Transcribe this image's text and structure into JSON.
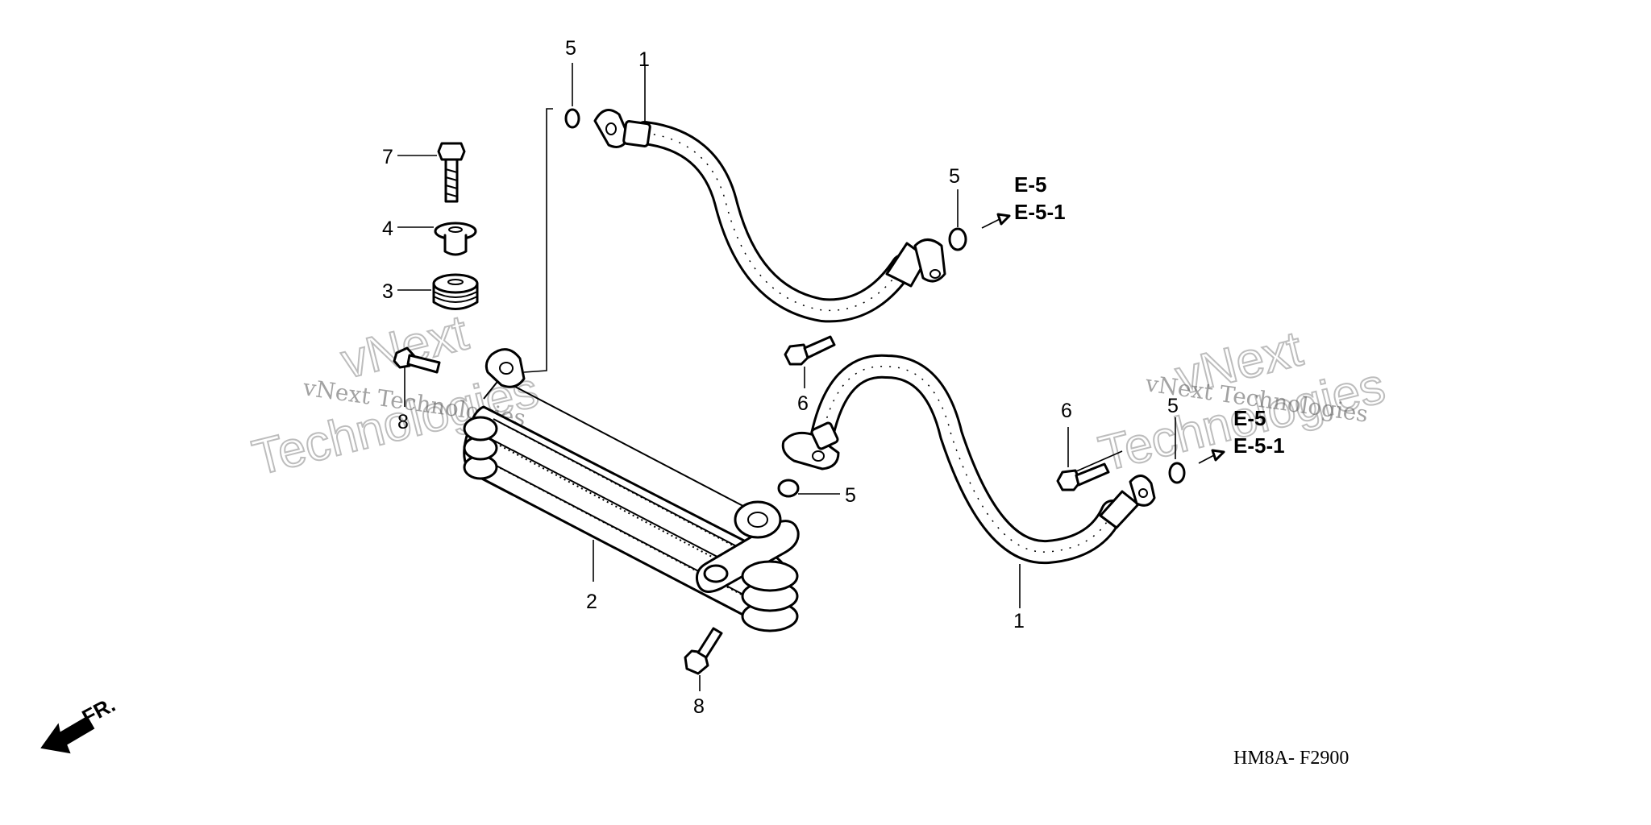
{
  "diagram": {
    "code": "HM8A- F2900",
    "front_label": "FR.",
    "refs": {
      "upper_a": "E-5",
      "upper_b": "E-5-1",
      "lower_a": "E-5",
      "lower_b": "E-5-1"
    },
    "callouts": {
      "c1a": "1",
      "c1b": "1",
      "c2": "2",
      "c3": "3",
      "c4": "4",
      "c5a": "5",
      "c5b": "5",
      "c5c": "5",
      "c5d": "5",
      "c6a": "6",
      "c6b": "6",
      "c7": "7",
      "c8a": "8",
      "c8b": "8"
    },
    "watermark": {
      "line_a": "vNext Technologies",
      "word_a": "vNext",
      "word_b": "Technologies"
    }
  }
}
